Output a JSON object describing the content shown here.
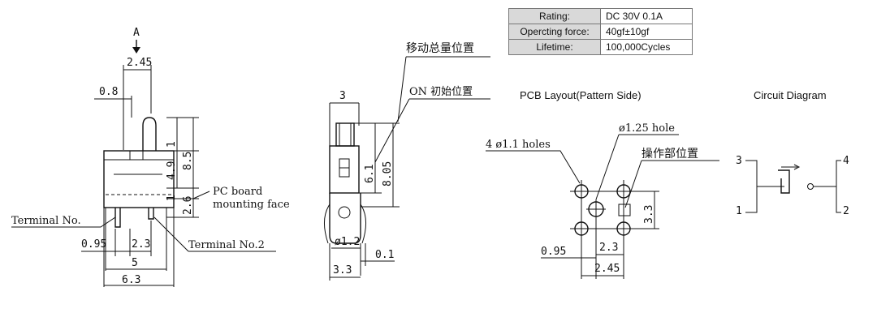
{
  "spec_table": [
    {
      "key": "Rating:",
      "value": "DC 30V  0.1A"
    },
    {
      "key": "Opercting force:",
      "value": "40gf±10gf"
    },
    {
      "key": "Lifetime:",
      "value": "100,000Cycles"
    }
  ],
  "front_view": {
    "view_arrow_label": "A",
    "dim_top": "2.45",
    "dim_left_offset": "0.8",
    "dim_8_5": "8.5",
    "dim_1_top": "1",
    "dim_4_9": "4.9",
    "dim_1_bottom": "1",
    "dim_2_6": "2.6",
    "pc_board_line1": "PC board",
    "pc_board_line2": "mounting face",
    "terminal_no1": "Terminal No.",
    "terminal_no2": "Terminal No.2",
    "dim_0_95": "0.95",
    "dim_2_3": "2.3",
    "dim_5": "5",
    "dim_6_3": "6.3"
  },
  "side_view": {
    "label_total_travel": "移动总量位置",
    "label_on_initial": "ON 初始位置",
    "dim_3": "3",
    "dim_6_1": "6.1",
    "dim_8_05": "8.05",
    "dim_hole": "ø1.2",
    "dim_0_1": "0.1",
    "dim_3_3": "3.3"
  },
  "pcb_layout": {
    "title": "PCB Layout(Pattern Side)",
    "holes_label": "4 ø1.1 holes",
    "hole_125_label": "ø1.25 hole",
    "actuator_label": "操作部位置",
    "dim_3_3": "3.3",
    "dim_0_95": "0.95",
    "dim_2_3": "2.3",
    "dim_2_45": "2.45"
  },
  "circuit": {
    "title": "Circuit Diagram",
    "pin3": "3",
    "pin1": "1",
    "pin4": "4",
    "pin2": "2"
  }
}
